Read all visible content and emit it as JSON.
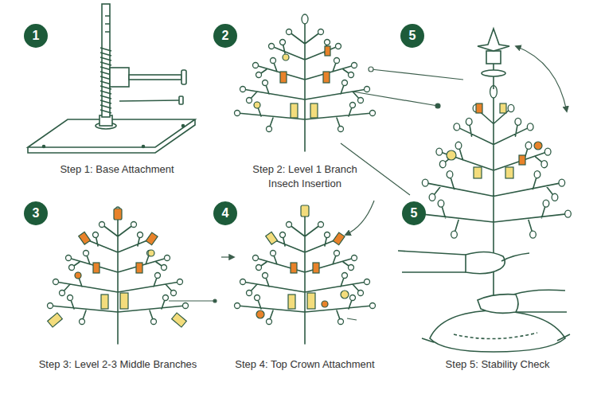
{
  "diagram": {
    "nodes": [
      {
        "text": [
          "1"
        ]
      },
      {
        "text": [
          "2"
        ]
      },
      {
        "text": [
          "5"
        ]
      },
      {
        "text": [
          "3"
        ]
      },
      {
        "text": [
          "4"
        ]
      },
      {
        "text": [
          "5"
        ]
      }
    ],
    "labels": [
      "Step 1: Base Attachment",
      "Step 2: Level 1 Branch Insech Insertion",
      "Step 3: Level 2-3 Middle Branches",
      "Step 4: Top Crown Attachment",
      "Step 5: Stability Check"
    ]
  }
}
